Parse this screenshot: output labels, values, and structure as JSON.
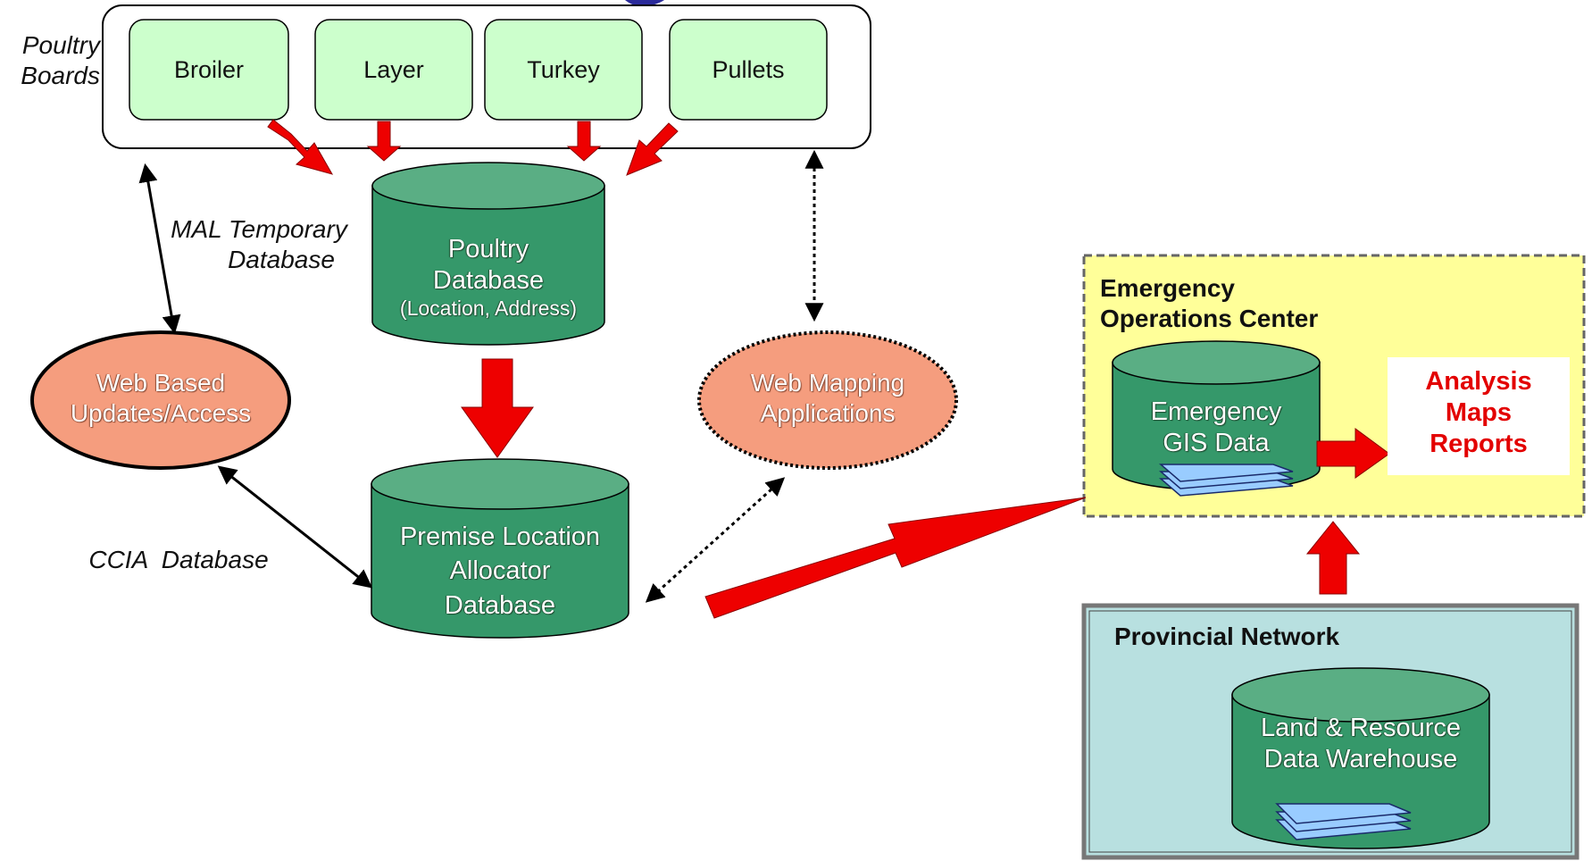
{
  "colors": {
    "db_green": "#35986a",
    "db_top": "#5aae84",
    "board_fill": "#ccffcc",
    "oval_fill": "#f59d7e",
    "arrow_red": "#ee0000",
    "eoc_fill": "#ffff99",
    "provincial_fill": "#b8e0e0",
    "layer_blue": "#99ccff"
  },
  "poultry_boards": {
    "label_line1": "Poultry",
    "label_line2": "Boards",
    "boards": [
      "Broiler",
      "Layer",
      "Turkey",
      "Pullets"
    ]
  },
  "poultry_db": {
    "line1": "Poultry",
    "line2": "Database",
    "line3": "(Location, Address)"
  },
  "mal_label": {
    "line1": "MAL Temporary",
    "line2": "Database"
  },
  "web_based": {
    "line1": "Web Based",
    "line2": "Updates/Access"
  },
  "web_mapping": {
    "line1": "Web Mapping",
    "line2": "Applications"
  },
  "ccia_label": "CCIA  Database",
  "pla_db": {
    "line1": "Premise Location",
    "line2": "Allocator",
    "line3": "Database"
  },
  "eoc": {
    "title_line1": "Emergency",
    "title_line2": "Operations Center",
    "db_line1": "Emergency",
    "db_line2": "GIS Data",
    "outputs": [
      "Analysis",
      "Maps",
      "Reports"
    ]
  },
  "provincial": {
    "title": "Provincial Network",
    "db_line1": "Land & Resource",
    "db_line2": "Data Warehouse"
  }
}
